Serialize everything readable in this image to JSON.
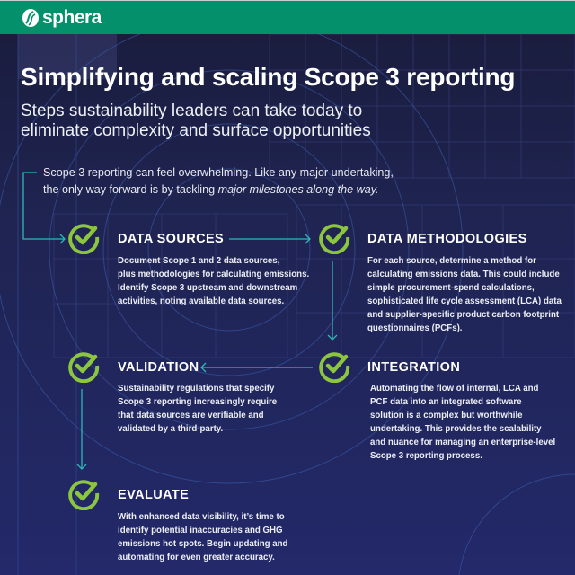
{
  "brand": {
    "name": "sphera",
    "colors": {
      "header": "#04906a",
      "check": "#8cc63f",
      "arrow": "#2fb7b7",
      "background": "#1f2452"
    }
  },
  "header": {
    "title": "Simplifying and scaling Scope 3 reporting",
    "subtitle_lines": [
      "Steps sustainability leaders can take today to",
      "eliminate complexity and surface opportunities"
    ]
  },
  "intro": {
    "line1": "Scope 3 reporting can feel overwhelming. Like any major undertaking,",
    "line2_plain": "the only way forward is by tackling ",
    "line2_italic": "major milestones along the way."
  },
  "steps": [
    {
      "title": "DATA SOURCES",
      "lines": [
        "Document Scope 1 and 2 data sources,",
        "plus methodologies for calculating emissions.",
        "Identify Scope 3 upstream and downstream",
        "activities, noting available data sources."
      ]
    },
    {
      "title": "DATA METHODOLOGIES",
      "lines": [
        "For each source, determine a method for",
        "calculating emissions data. This could include",
        "simple procurement-spend calculations,",
        "sophisticated life cycle assessment (LCA) data",
        "and supplier-specific product carbon footprint",
        "questionnaires (PCFs)."
      ]
    },
    {
      "title": "VALIDATION",
      "lines": [
        "Sustainability regulations that specify",
        "Scope 3 reporting increasingly require",
        "that data sources are verifiable and",
        "validated by a third-party."
      ]
    },
    {
      "title": "INTEGRATION",
      "lines": [
        "Automating the flow of internal, LCA and",
        "PCF data into an integrated software",
        "solution is a complex but worthwhile",
        "undertaking. This provides the scalability",
        "and nuance for managing an enterprise-level",
        "Scope 3 reporting process."
      ]
    },
    {
      "title": "EVALUATE",
      "lines": [
        "With enhanced data visibility, it’s time to",
        "identify potential inaccuracies and GHG",
        "emissions hot spots. Begin updating and",
        "automating for even greater accuracy."
      ]
    }
  ]
}
